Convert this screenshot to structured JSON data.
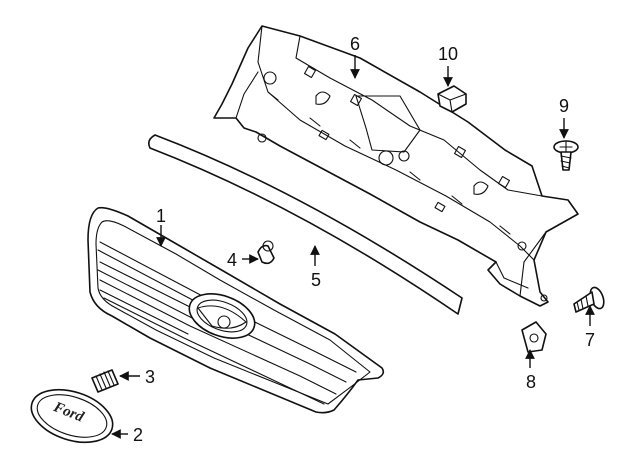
{
  "callouts": [
    {
      "number": "1",
      "part": "grille"
    },
    {
      "number": "2",
      "part": "emblem"
    },
    {
      "number": "3",
      "part": "emblem-stud"
    },
    {
      "number": "4",
      "part": "retainer"
    },
    {
      "number": "5",
      "part": "seal-strip"
    },
    {
      "number": "6",
      "part": "mounting-panel"
    },
    {
      "number": "7",
      "part": "screw"
    },
    {
      "number": "8",
      "part": "nut-clip"
    },
    {
      "number": "9",
      "part": "screw"
    },
    {
      "number": "10",
      "part": "clip"
    }
  ],
  "emblem_text": "Ford"
}
